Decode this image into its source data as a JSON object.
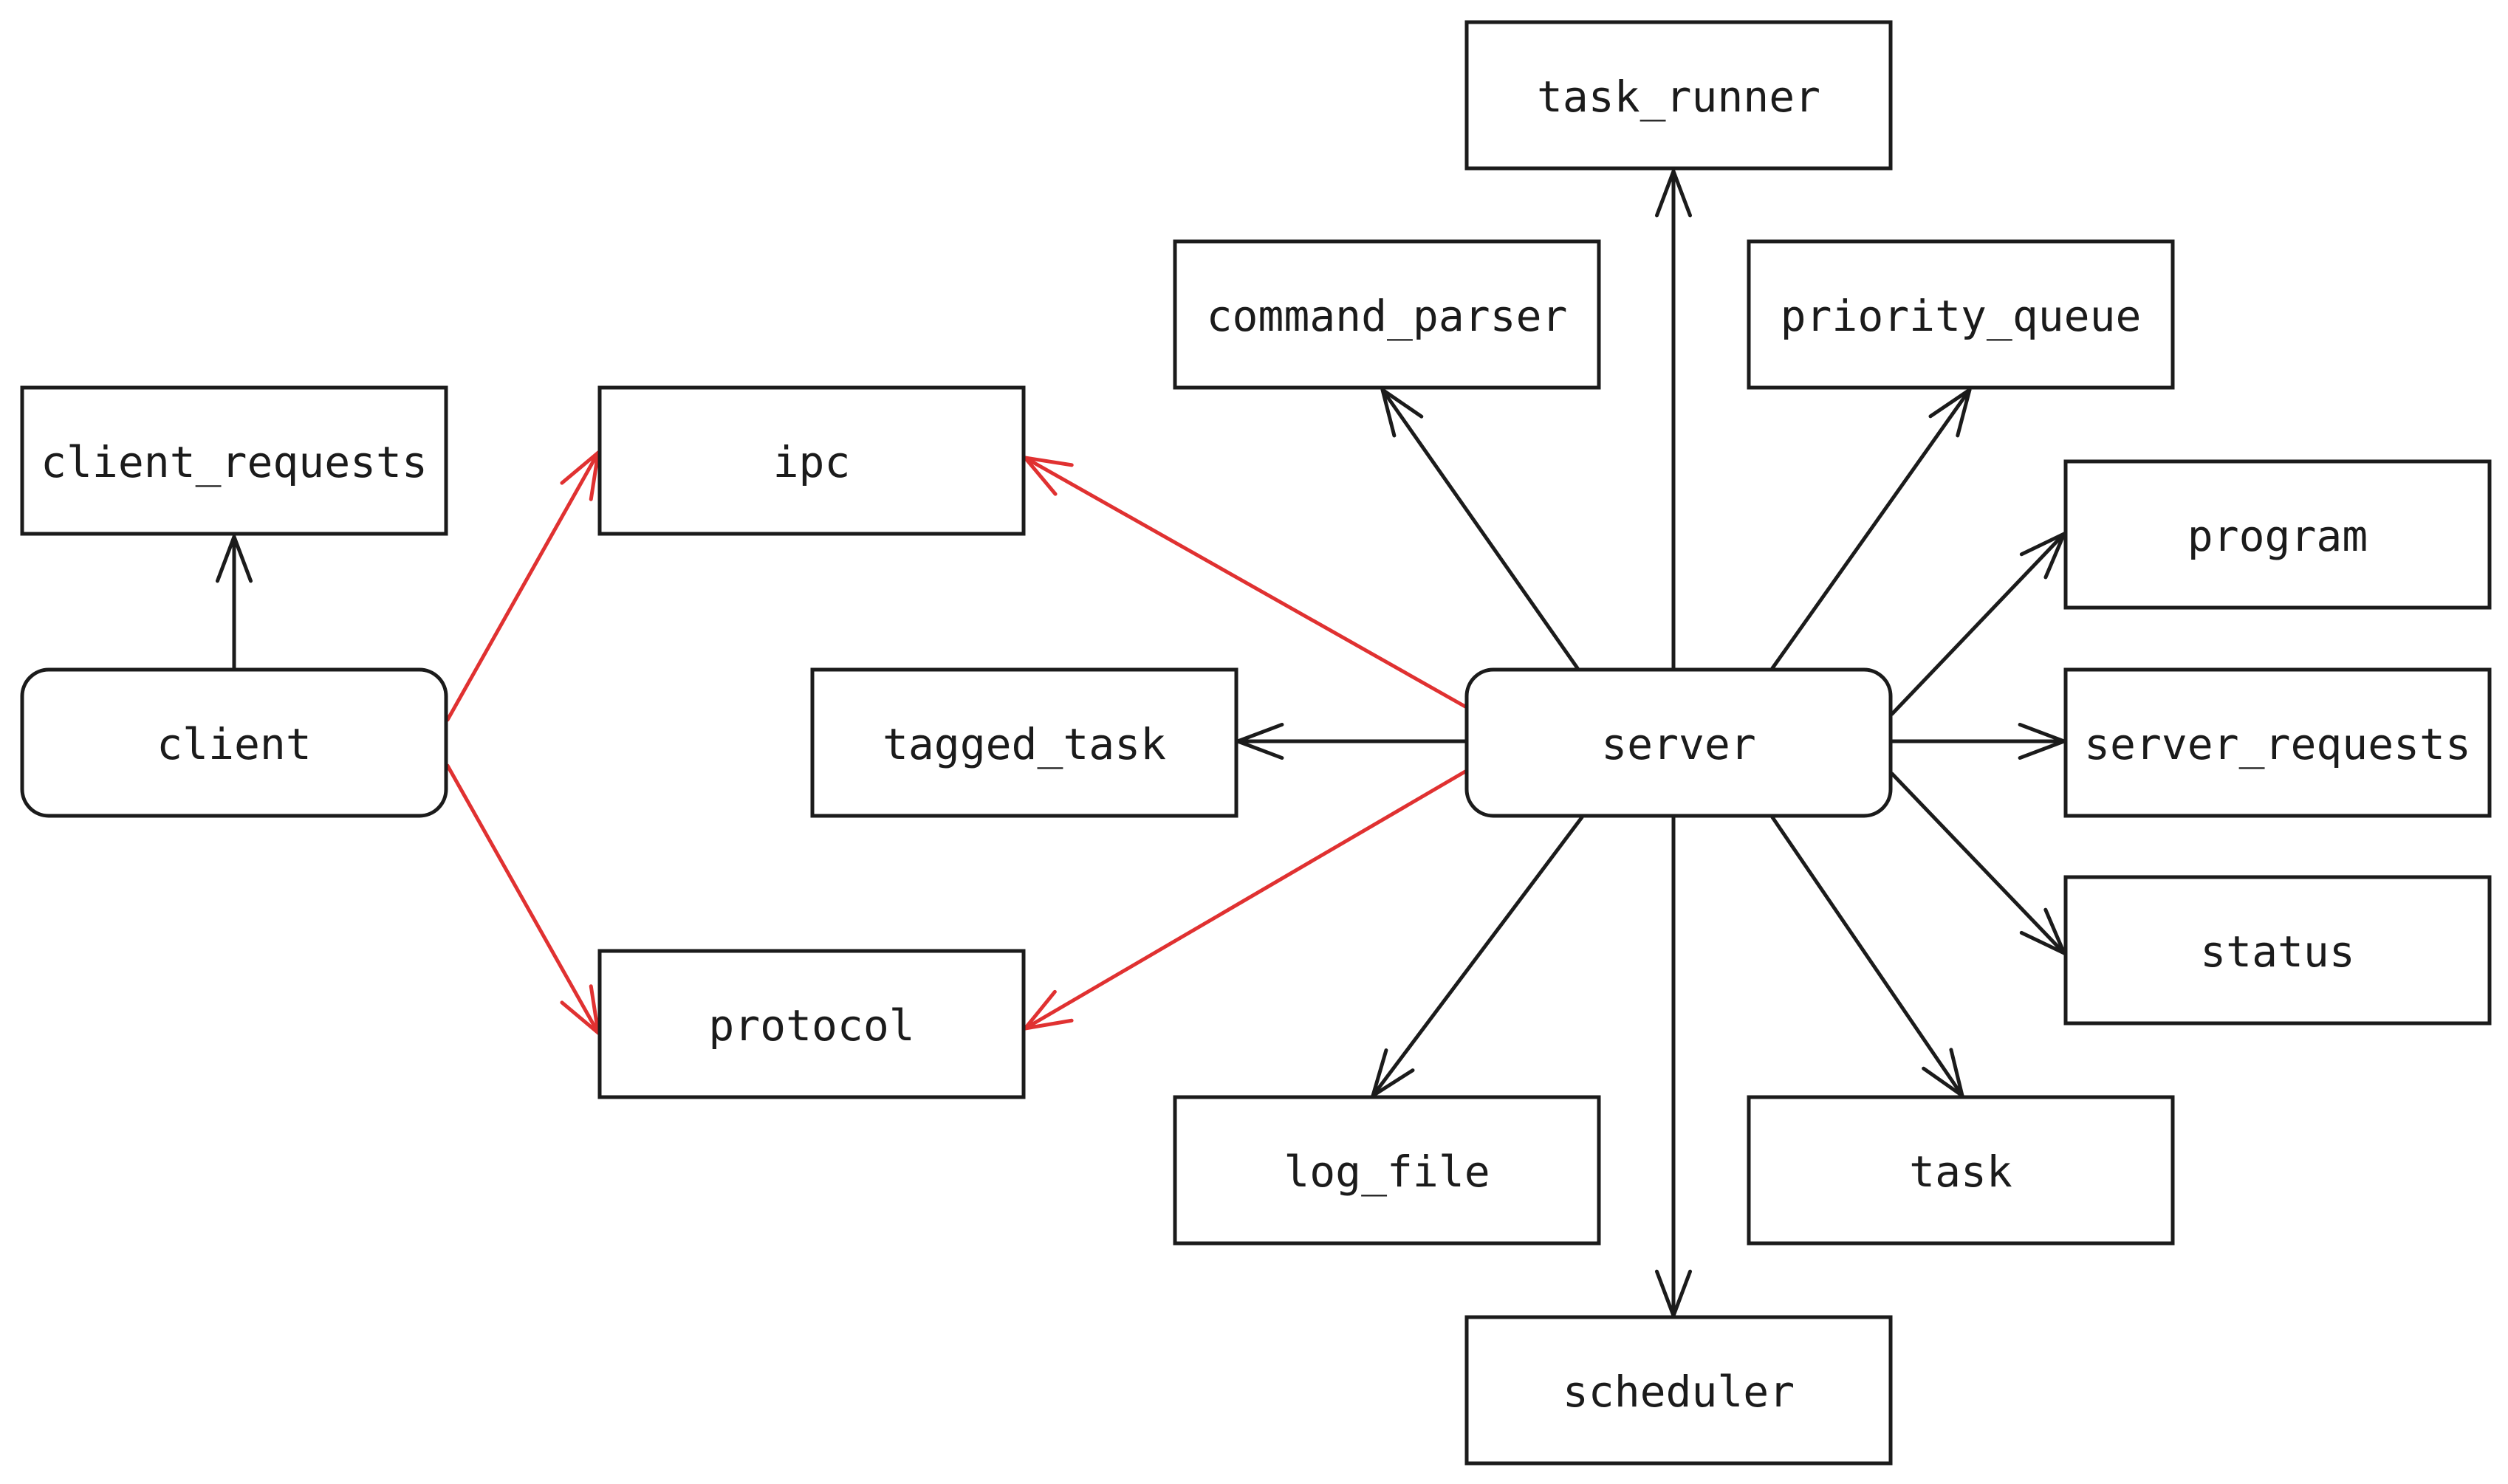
{
  "colors": {
    "line": "#1b1b1b",
    "highlight": "#e03131",
    "background": "#ffffff"
  },
  "nodes": {
    "client_requests": "client_requests",
    "client": "client",
    "ipc": "ipc",
    "protocol": "protocol",
    "tagged_task": "tagged_task",
    "server": "server",
    "task_runner": "task_runner",
    "command_parser": "command_parser",
    "priority_queue": "priority_queue",
    "program": "program",
    "server_requests": "server_requests",
    "status": "status",
    "log_file": "log_file",
    "task": "task",
    "scheduler": "scheduler"
  },
  "edges": [
    {
      "from": "client",
      "to": "client_requests",
      "highlight": false
    },
    {
      "from": "client",
      "to": "ipc",
      "highlight": true
    },
    {
      "from": "client",
      "to": "protocol",
      "highlight": true
    },
    {
      "from": "server",
      "to": "ipc",
      "highlight": true
    },
    {
      "from": "server",
      "to": "protocol",
      "highlight": true
    },
    {
      "from": "server",
      "to": "tagged_task",
      "highlight": false
    },
    {
      "from": "server",
      "to": "task_runner",
      "highlight": false
    },
    {
      "from": "server",
      "to": "command_parser",
      "highlight": false
    },
    {
      "from": "server",
      "to": "priority_queue",
      "highlight": false
    },
    {
      "from": "server",
      "to": "program",
      "highlight": false
    },
    {
      "from": "server",
      "to": "server_requests",
      "highlight": false
    },
    {
      "from": "server",
      "to": "status",
      "highlight": false
    },
    {
      "from": "server",
      "to": "log_file",
      "highlight": false
    },
    {
      "from": "server",
      "to": "task",
      "highlight": false
    },
    {
      "from": "server",
      "to": "scheduler",
      "highlight": false
    }
  ]
}
